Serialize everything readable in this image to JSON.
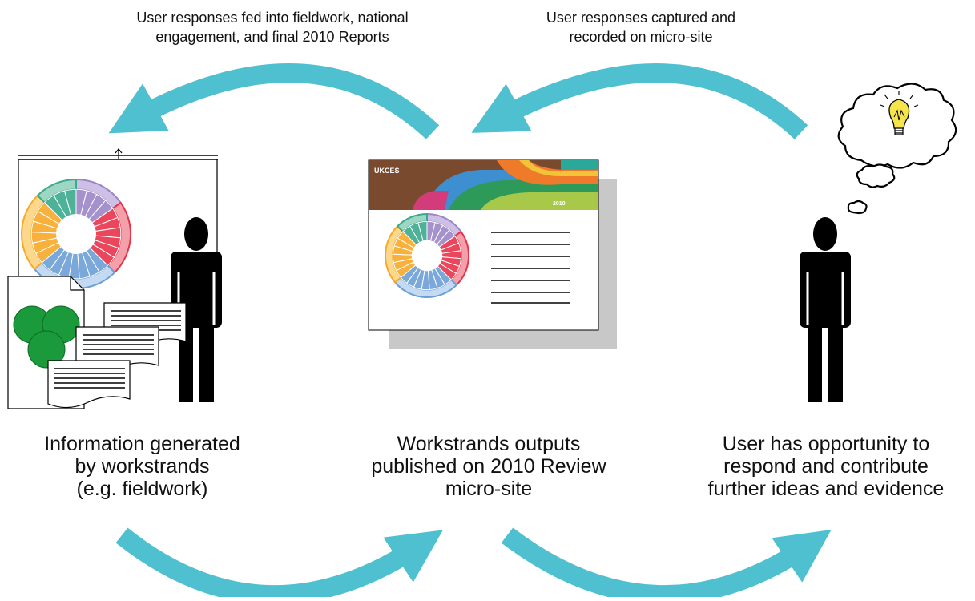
{
  "captions": {
    "top_left": [
      "User responses fed into fieldwork, national",
      "engagement, and final 2010 Reports"
    ],
    "top_right": [
      "User responses captured and",
      "recorded on micro-site"
    ]
  },
  "stages": [
    {
      "id": "information",
      "label": [
        "Information generated",
        "by workstrands",
        "(e.g. fieldwork)"
      ]
    },
    {
      "id": "microsite",
      "label": [
        "Workstrands outputs",
        "published on 2010 Review",
        "micro-site"
      ]
    },
    {
      "id": "user",
      "label": [
        "User has opportunity to",
        "respond and contribute",
        "further ideas and evidence"
      ]
    }
  ],
  "microsite_banner": {
    "logo_text": "UKCES",
    "tag_text": "2010"
  },
  "colors": {
    "arrow": "#4fc0d0",
    "wheel_green": "#3aaa8c",
    "wheel_purple": "#9b86c6",
    "wheel_red": "#e8334a",
    "wheel_blue": "#6b9fd6",
    "wheel_orange": "#f7a928",
    "venn_green": "#1a9a3a",
    "bulb_yellow": "#f6e54a",
    "banner_brown": "#7a4a2e"
  },
  "icons": [
    "arrow-curved-icon",
    "presentation-board-icon",
    "person-icon",
    "document-icon",
    "thought-bubble-icon",
    "lightbulb-icon",
    "venn-diagram-icon",
    "wheel-chart-icon"
  ]
}
